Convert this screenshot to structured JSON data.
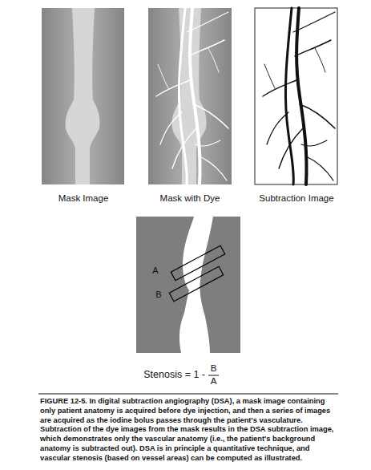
{
  "diagram": {
    "caption": "FIGURE 12-5. In digital subtraction angiography (DSA), a mask image containing only patient anatomy is acquired before dye injection, and then a series of images are acquired as the iodine bolus passes through the patient's vasculature. Subtraction of the dye images from the mask results in the DSA subtraction image, which demonstrates only the vascular anatomy (i.e., the patient's background anatomy is subtracted out). DSA is in principle a quantitative technique, and vascular stenosis (based on vessel areas) can be computed as illustrated.",
    "labels": [
      "Mask Image",
      "Mask with Dye",
      "Subtraction Image",
      "A",
      "B",
      "Stenosis = 1 -",
      "B",
      "A"
    ]
  }
}
